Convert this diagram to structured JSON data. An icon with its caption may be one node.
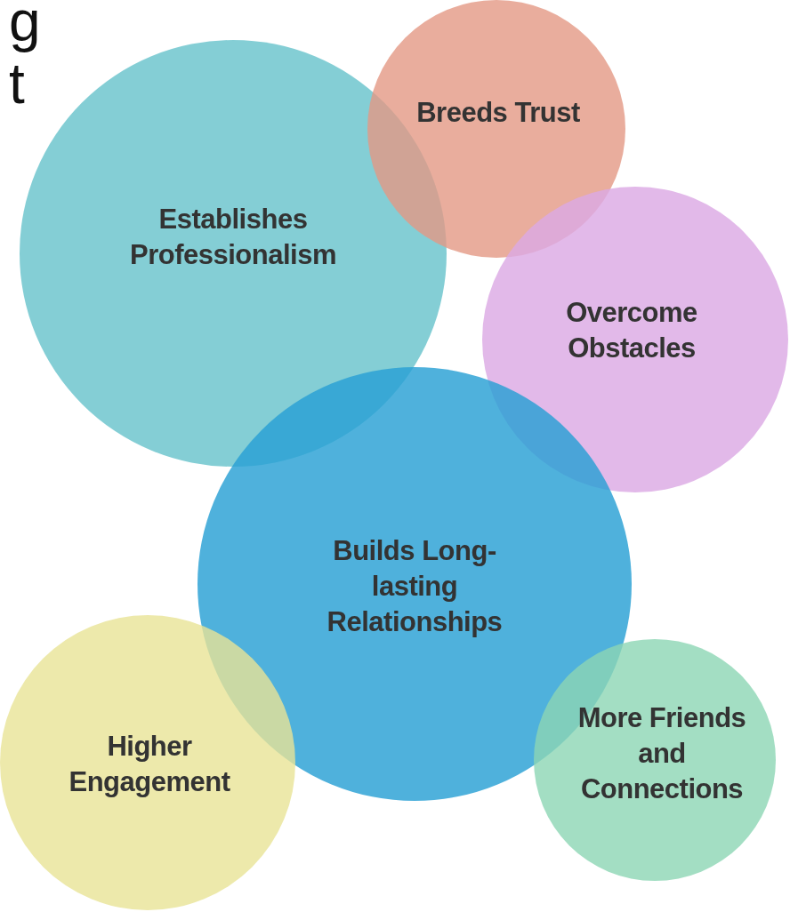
{
  "diagram": {
    "nodes": [
      {
        "text": [
          "Establishes Professionalism"
        ]
      },
      {
        "text": [
          "Breeds Trust"
        ]
      },
      {
        "text": [
          "Overcome Obstacles"
        ]
      },
      {
        "text": [
          "Builds Long-lasting Relationships"
        ]
      },
      {
        "text": [
          "Higher Engagement"
        ]
      },
      {
        "text": [
          "More Friends and Connections"
        ]
      }
    ],
    "labels": [
      "g",
      "t"
    ]
  }
}
